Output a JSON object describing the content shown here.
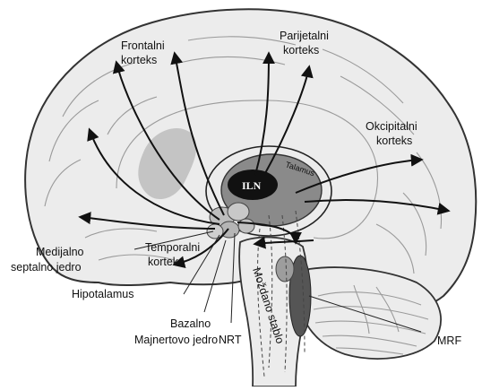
{
  "labels": {
    "frontal": [
      "Frontalni",
      "korteks"
    ],
    "parietal": [
      "Parijetalni",
      "korteks"
    ],
    "occipital": [
      "Okcipitalni",
      "korteks"
    ],
    "thalamus": "Talamus",
    "iln": "ILN",
    "medial_septal": [
      "Medijalno",
      "septalno jedro"
    ],
    "temporal": [
      "Temporalni",
      "korteks"
    ],
    "hypothalamus": "Hipotalamus",
    "basal": [
      "Bazalno",
      "Majnertovo jedro"
    ],
    "nrt": "NRT",
    "brainstem": "Moždano stablo",
    "mrf": "MRF"
  },
  "colors": {
    "brain_fill": "#ececec",
    "outline": "#333333",
    "thalamus_fill": "#8a8a8a",
    "iln_fill": "#111111",
    "ventricle_fill": "#c4c4c4",
    "mrf_fill": "#555555"
  }
}
